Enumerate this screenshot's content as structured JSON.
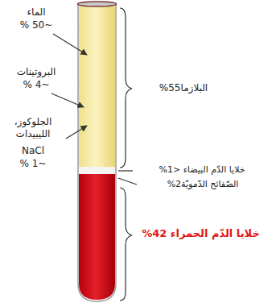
{
  "diagram": {
    "labels": [
      "الماء",
      "~50 %",
      "البروتينات",
      "~4 %",
      "الجلوكوز، الليبيدات",
      "NaCl",
      "~1 %",
      "البلازما55%",
      "خلايا الدّم البيضاء <1%",
      "الصّفائح الدّمويّة2%",
      "خلايا الدّم الحمراء 42%"
    ]
  }
}
